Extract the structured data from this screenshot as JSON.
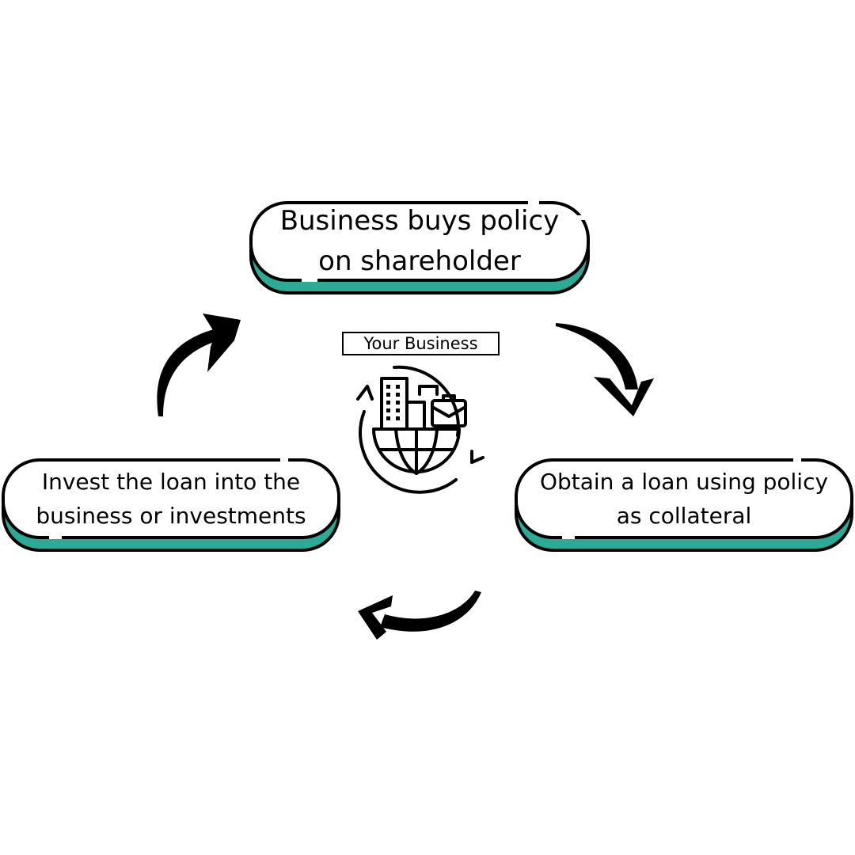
{
  "center": {
    "title": "Your Business",
    "icon": "business-globe-cycle-icon"
  },
  "steps": [
    {
      "label_line1": "Business buys policy",
      "label_line2": "on shareholder"
    },
    {
      "label_line1": "Obtain a loan using policy",
      "label_line2": "as collateral"
    },
    {
      "label_line1": "Invest the loan into the",
      "label_line2": "business or investments"
    }
  ],
  "colors": {
    "accent": "#2baa96",
    "outline": "#000000",
    "background": "#ffffff"
  },
  "arrows": [
    "curved-arrow-icon",
    "curved-arrow-icon",
    "curved-arrow-icon"
  ]
}
